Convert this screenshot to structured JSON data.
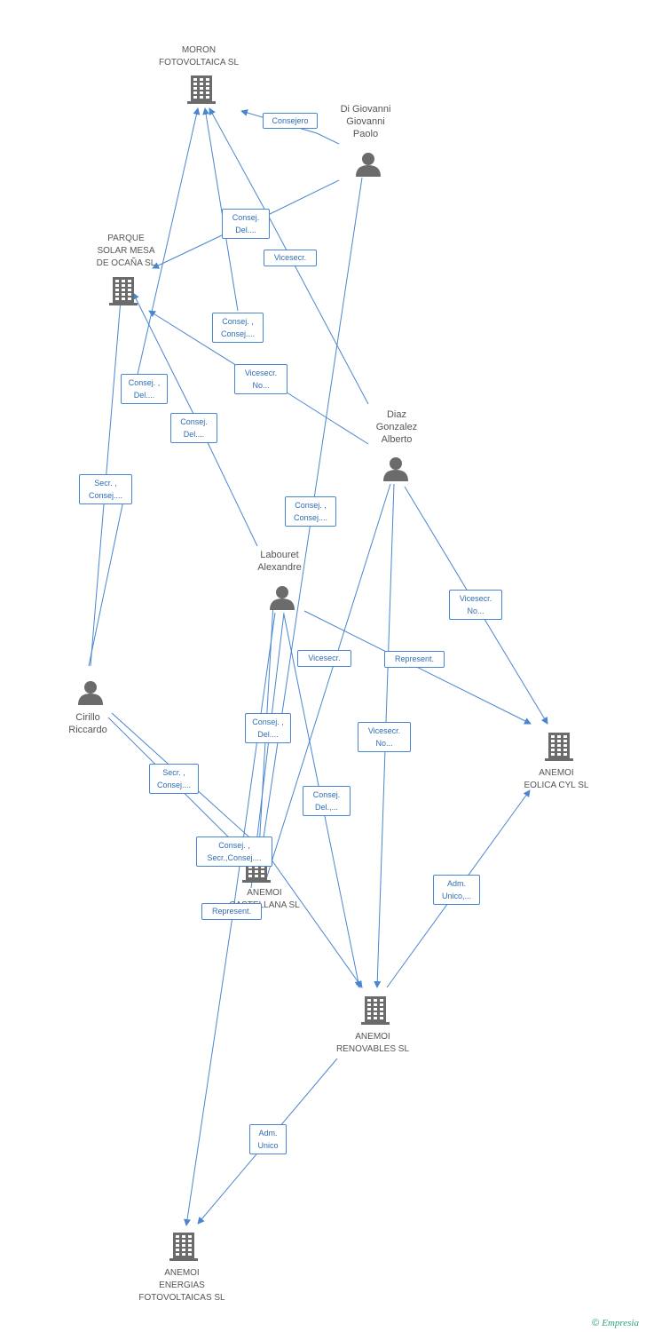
{
  "nodes": [
    {
      "id": "moron",
      "type": "company",
      "label": "MORON\nFOTOVOLTAICA SL"
    },
    {
      "id": "parque",
      "type": "company",
      "label": "PARQUE\nSOLAR MESA\nDE OCAÑA SL"
    },
    {
      "id": "digiovanni",
      "type": "person",
      "label": "Di Giovanni\nGiovanni\nPaolo"
    },
    {
      "id": "diaz",
      "type": "person",
      "label": "Diaz\nGonzalez\nAlberto"
    },
    {
      "id": "labouret",
      "type": "person",
      "label": "Labouret\nAlexandre"
    },
    {
      "id": "cirillo",
      "type": "person",
      "label": "Cirillo\nRiccardo"
    },
    {
      "id": "eolica",
      "type": "company",
      "label": "ANEMOI\nEOLICA CYL  SL"
    },
    {
      "id": "anemoi_mid",
      "type": "company",
      "label": "ANEMOI\nCASTELLANA SL"
    },
    {
      "id": "renovables",
      "type": "company",
      "label": "ANEMOI\nRENOVABLES SL"
    },
    {
      "id": "energias",
      "type": "company",
      "label": "ANEMOI\nENERGIAS\nFOTOVOLTAICAS SL"
    }
  ],
  "edge_labels": [
    {
      "id": "e1",
      "text": "Consejero"
    },
    {
      "id": "e2",
      "text": "Consej.\nDel...."
    },
    {
      "id": "e3",
      "text": "Vicesecr."
    },
    {
      "id": "e4",
      "text": "Consej. ,\nConsej...."
    },
    {
      "id": "e5",
      "text": "Vicesecr.\nNo..."
    },
    {
      "id": "e6",
      "text": "Consej. ,\nDel...."
    },
    {
      "id": "e7",
      "text": "Consej.\nDel...."
    },
    {
      "id": "e8",
      "text": "Secr. ,\nConsej...."
    },
    {
      "id": "e9",
      "text": "Consej. ,\nConsej...."
    },
    {
      "id": "e10",
      "text": "Vicesecr.\nNo..."
    },
    {
      "id": "e11",
      "text": "Vicesecr."
    },
    {
      "id": "e12",
      "text": "Represent."
    },
    {
      "id": "e13",
      "text": "Consej. ,\nDel...."
    },
    {
      "id": "e14",
      "text": "Vicesecr.\nNo..."
    },
    {
      "id": "e15",
      "text": "Secr. ,\nConsej...."
    },
    {
      "id": "e16",
      "text": "Consej.\nDel.,..."
    },
    {
      "id": "e17",
      "text": "Consej. ,\nSecr.,Consej...."
    },
    {
      "id": "e18",
      "text": "Adm.\nUnico,..."
    },
    {
      "id": "e19",
      "text": "Represent."
    },
    {
      "id": "e20",
      "text": "Adm.\nUnico"
    }
  ],
  "footer": {
    "copyright": "©",
    "brand": "Empresia"
  },
  "colors": {
    "edge": "#4a86cf",
    "icon": "#6b6b6b",
    "label": "#555555",
    "edge_text": "#2f6db3"
  }
}
